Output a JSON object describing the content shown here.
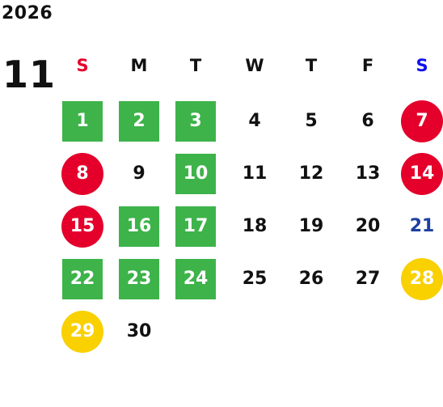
{
  "calendar": {
    "year": "2026",
    "month": "11",
    "weekdays": [
      {
        "label": "S",
        "color": "#e4002b"
      },
      {
        "label": "M",
        "color": "#111111"
      },
      {
        "label": "T",
        "color": "#111111"
      },
      {
        "label": "W",
        "color": "#111111"
      },
      {
        "label": "T",
        "color": "#111111"
      },
      {
        "label": "F",
        "color": "#111111"
      },
      {
        "label": "S",
        "color": "#1111ee"
      }
    ],
    "legend_colors": {
      "green": "#3db34a",
      "red": "#e4002b",
      "yellow": "#f9d000",
      "blue_text": "#1e3f9e"
    },
    "days": [
      {
        "label": "1",
        "style": "green"
      },
      {
        "label": "2",
        "style": "green"
      },
      {
        "label": "3",
        "style": "green"
      },
      {
        "label": "4",
        "style": "plain"
      },
      {
        "label": "5",
        "style": "plain"
      },
      {
        "label": "6",
        "style": "plain"
      },
      {
        "label": "7",
        "style": "red"
      },
      {
        "label": "8",
        "style": "red"
      },
      {
        "label": "9",
        "style": "plain"
      },
      {
        "label": "10",
        "style": "green"
      },
      {
        "label": "11",
        "style": "plain"
      },
      {
        "label": "12",
        "style": "plain"
      },
      {
        "label": "13",
        "style": "plain"
      },
      {
        "label": "14",
        "style": "red"
      },
      {
        "label": "15",
        "style": "red"
      },
      {
        "label": "16",
        "style": "green"
      },
      {
        "label": "17",
        "style": "green"
      },
      {
        "label": "18",
        "style": "plain"
      },
      {
        "label": "19",
        "style": "plain"
      },
      {
        "label": "20",
        "style": "plain"
      },
      {
        "label": "21",
        "style": "blue"
      },
      {
        "label": "22",
        "style": "green"
      },
      {
        "label": "23",
        "style": "green"
      },
      {
        "label": "24",
        "style": "green"
      },
      {
        "label": "25",
        "style": "plain"
      },
      {
        "label": "26",
        "style": "plain"
      },
      {
        "label": "27",
        "style": "plain"
      },
      {
        "label": "28",
        "style": "yellow"
      },
      {
        "label": "29",
        "style": "yellow"
      },
      {
        "label": "30",
        "style": "plain"
      }
    ]
  }
}
